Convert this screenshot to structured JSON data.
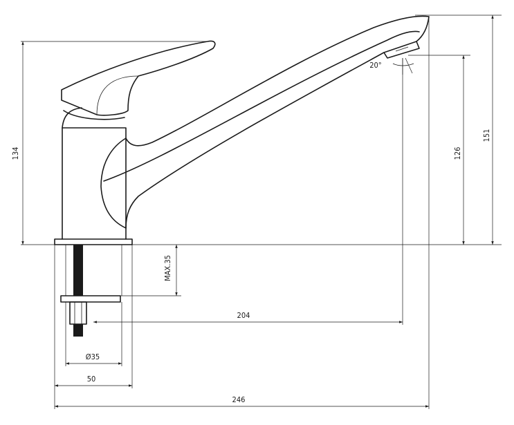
{
  "dimensions": {
    "overall_height": "151",
    "spout_height": "126",
    "lever_height": "134",
    "max_thickness": "MAX.35",
    "reach": "204",
    "hole_diameter": "Ø35",
    "base_width": "50",
    "overall_length": "246",
    "angle": "20°"
  }
}
